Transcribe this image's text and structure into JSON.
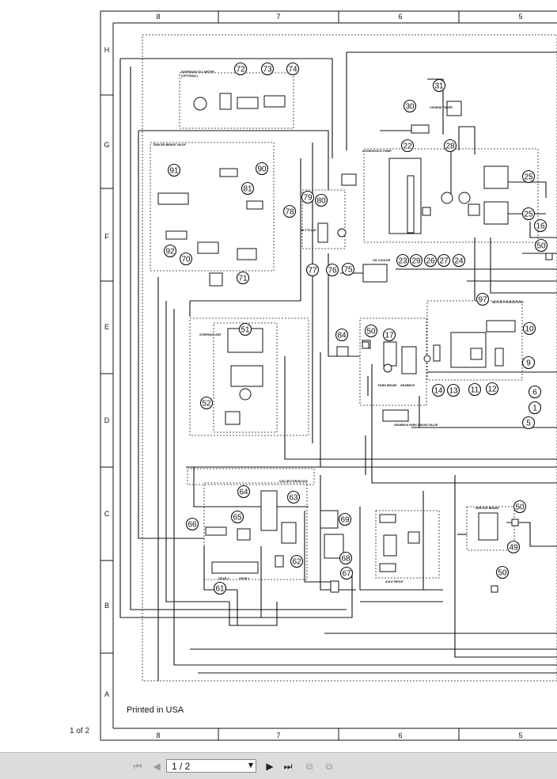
{
  "viewer": {
    "page_indicator": "1 of 2"
  },
  "drawing": {
    "footer_note": "Printed in USA",
    "columns": [
      "8",
      "7",
      "6",
      "5"
    ],
    "rows": [
      "H",
      "G",
      "F",
      "E",
      "D",
      "C",
      "B",
      "A"
    ],
    "block_labels": {
      "inversion_tilt": "INVERSION TILT METER",
      "optional": "(OPTIONAL)",
      "trailer_brake": "TRAILER BRAKE VALVE",
      "hydrostatic_pump": "HYDROSTATIC PUMP",
      "charge_filter": "CHARGE FILTER",
      "oil_cooler": "OIL COOLER",
      "tilt_float": "TILT FLOAT",
      "motor_hydrostatic": "MOTOR HYDROSTATIC",
      "steering_unit": "STEERING UNIT",
      "park_brake": "PARK BRAKE",
      "gearbox": "GEARBOX",
      "park_brake_valve": "GEARBOX PARK BRAKE VALVE",
      "collector_block": "COLLECTOR BLOCK",
      "axle_front": "AXLE FRONT",
      "service_brake": "SERVICE BRAKE",
      "gear_2": "GEAR 2",
      "gear_1": "GEAR 1"
    },
    "callouts": [
      {
        "id": "c72",
        "label": "72"
      },
      {
        "id": "c73",
        "label": "73"
      },
      {
        "id": "c74",
        "label": "74"
      },
      {
        "id": "c31",
        "label": "31"
      },
      {
        "id": "c30",
        "label": "30"
      },
      {
        "id": "c22",
        "label": "22"
      },
      {
        "id": "c28",
        "label": "28"
      },
      {
        "id": "c91",
        "label": "91"
      },
      {
        "id": "c90",
        "label": "90"
      },
      {
        "id": "c81",
        "label": "81"
      },
      {
        "id": "c79",
        "label": "79"
      },
      {
        "id": "c80",
        "label": "80"
      },
      {
        "id": "c78",
        "label": "78"
      },
      {
        "id": "c25a",
        "label": "25"
      },
      {
        "id": "c25b",
        "label": "25"
      },
      {
        "id": "c16",
        "label": "16"
      },
      {
        "id": "c92",
        "label": "92"
      },
      {
        "id": "c70",
        "label": "70"
      },
      {
        "id": "c71",
        "label": "71"
      },
      {
        "id": "c77",
        "label": "77"
      },
      {
        "id": "c76",
        "label": "76"
      },
      {
        "id": "c75",
        "label": "75"
      },
      {
        "id": "c23",
        "label": "23"
      },
      {
        "id": "c29",
        "label": "29"
      },
      {
        "id": "c26",
        "label": "26"
      },
      {
        "id": "c27",
        "label": "27"
      },
      {
        "id": "c24",
        "label": "24"
      },
      {
        "id": "c50a",
        "label": "50"
      },
      {
        "id": "c97",
        "label": "97"
      },
      {
        "id": "c10",
        "label": "10"
      },
      {
        "id": "c51",
        "label": "51"
      },
      {
        "id": "c84",
        "label": "84"
      },
      {
        "id": "c50b",
        "label": "50"
      },
      {
        "id": "c17",
        "label": "17"
      },
      {
        "id": "c9",
        "label": "9"
      },
      {
        "id": "c14",
        "label": "14"
      },
      {
        "id": "c13",
        "label": "13"
      },
      {
        "id": "c11",
        "label": "11"
      },
      {
        "id": "c12",
        "label": "12"
      },
      {
        "id": "c6",
        "label": "6"
      },
      {
        "id": "c1",
        "label": "1"
      },
      {
        "id": "c5",
        "label": "5"
      },
      {
        "id": "c52",
        "label": "52"
      },
      {
        "id": "c64",
        "label": "64"
      },
      {
        "id": "c63",
        "label": "63"
      },
      {
        "id": "c66",
        "label": "66"
      },
      {
        "id": "c65",
        "label": "65"
      },
      {
        "id": "c69",
        "label": "69"
      },
      {
        "id": "c50c",
        "label": "50"
      },
      {
        "id": "c49",
        "label": "49"
      },
      {
        "id": "c62",
        "label": "62"
      },
      {
        "id": "c68",
        "label": "68"
      },
      {
        "id": "c67",
        "label": "67"
      },
      {
        "id": "c61",
        "label": "61"
      },
      {
        "id": "c50d",
        "label": "50"
      }
    ]
  },
  "toolbar": {
    "current_page": "1 / 2",
    "icons": {
      "first": "skip-first-icon",
      "prev": "previous-page-icon",
      "next": "next-page-icon",
      "last": "skip-last-icon",
      "rotate": "rotate-page-icon",
      "fit": "fit-page-icon"
    }
  }
}
